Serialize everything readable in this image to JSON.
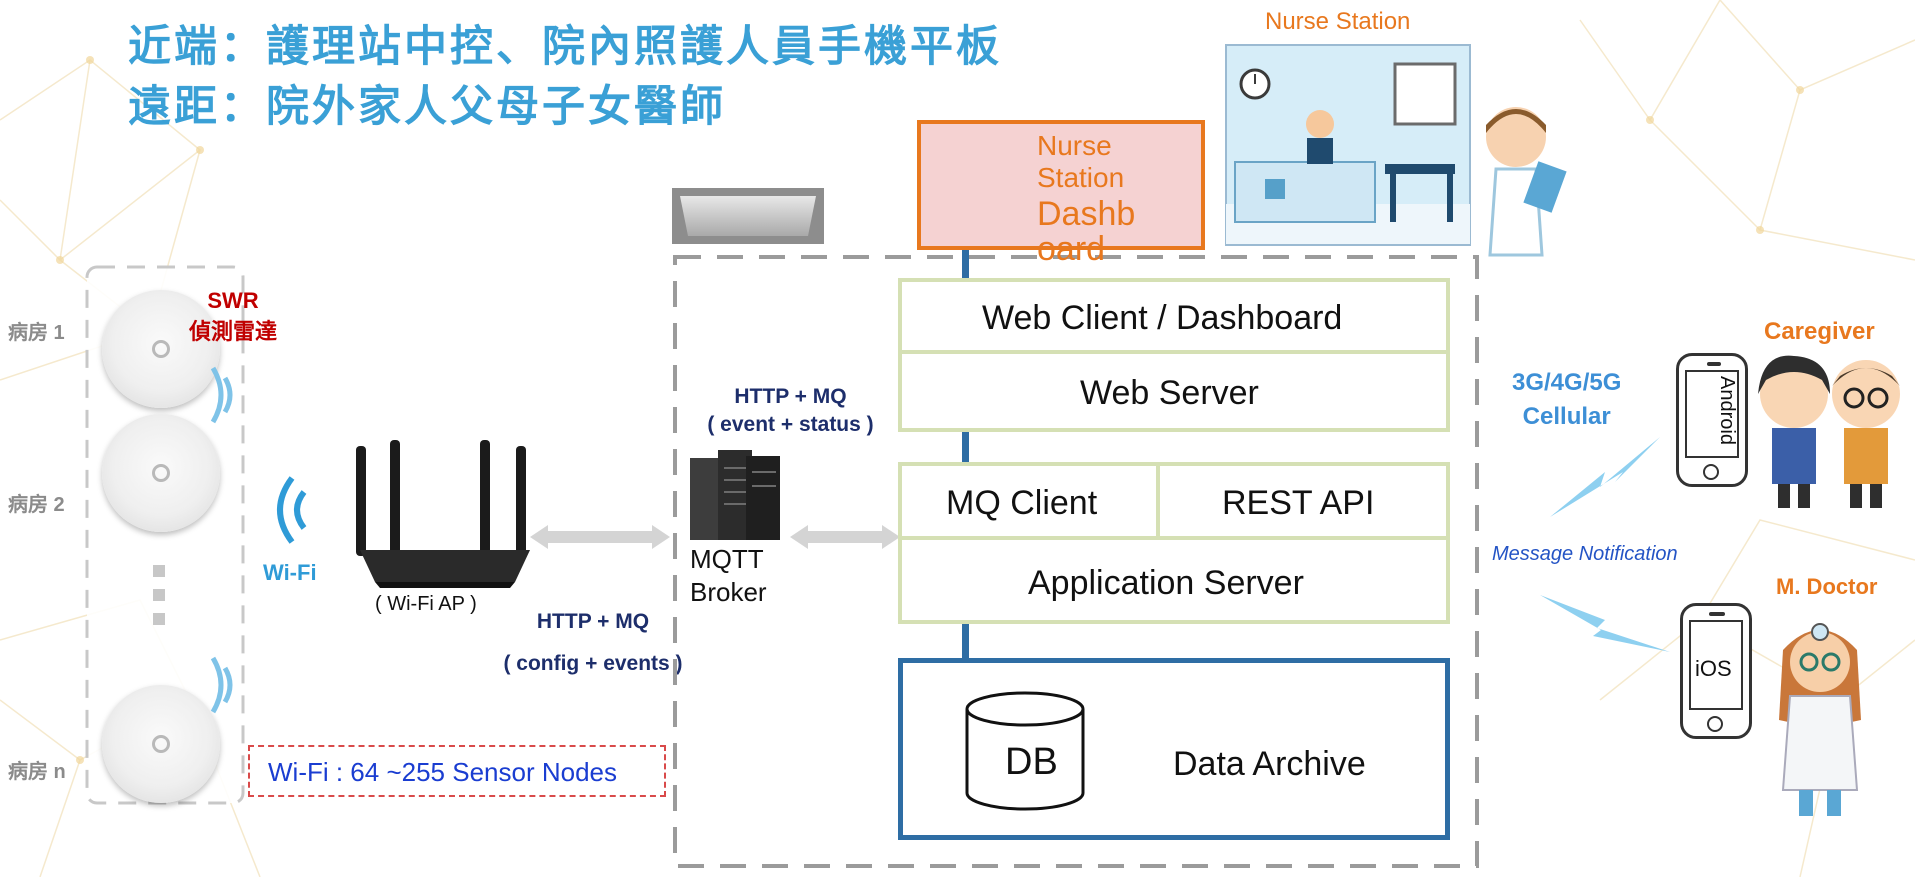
{
  "title": {
    "line1": "近端：護理站中控、院內照護人員手機平板",
    "line2": "遠距：院外家人父母子女醫師"
  },
  "nurse_station_label": "Nurse Station",
  "dashboard_box": {
    "line1": "Nurse",
    "line2": "Station",
    "line3": "Dashb",
    "line4": "oard"
  },
  "rooms": [
    {
      "label": "病房 1"
    },
    {
      "label": "病房 2"
    },
    {
      "label": "病房 n"
    }
  ],
  "swr": {
    "line1": "SWR",
    "line2": "偵測雷達"
  },
  "wifi_label": "Wi-Fi",
  "ap_label": "( Wi-Fi AP )",
  "sensor_nodes": "Wi-Fi : 64 ~255 Sensor Nodes",
  "http_mq_top": {
    "line1": "HTTP + MQ",
    "line2": "( event + status )"
  },
  "http_mq_bottom": {
    "line1": "HTTP + MQ",
    "line2": "( config + events )"
  },
  "broker": {
    "line1": "MQTT",
    "line2": "Broker"
  },
  "server_stack": {
    "web_client": "Web Client / Dashboard",
    "web_server": "Web Server",
    "mq_client": "MQ Client",
    "rest_api": "REST API",
    "app_server": "Application Server",
    "db": "DB",
    "data_archive": "Data Archive"
  },
  "cellular": {
    "line1": "3G/4G/5G",
    "line2": "Cellular"
  },
  "message_notification": "Message Notification",
  "caregiver_label": "Caregiver",
  "doctor_label": "M. Doctor",
  "android_label": "Android",
  "ios_label": "iOS",
  "colors": {
    "title": "#3aa0d6",
    "orange": "#e8781e",
    "navy": "#1d2e6b",
    "box_border": "#d5e0b4",
    "db_border": "#2e6da4",
    "red": "#c00000"
  }
}
